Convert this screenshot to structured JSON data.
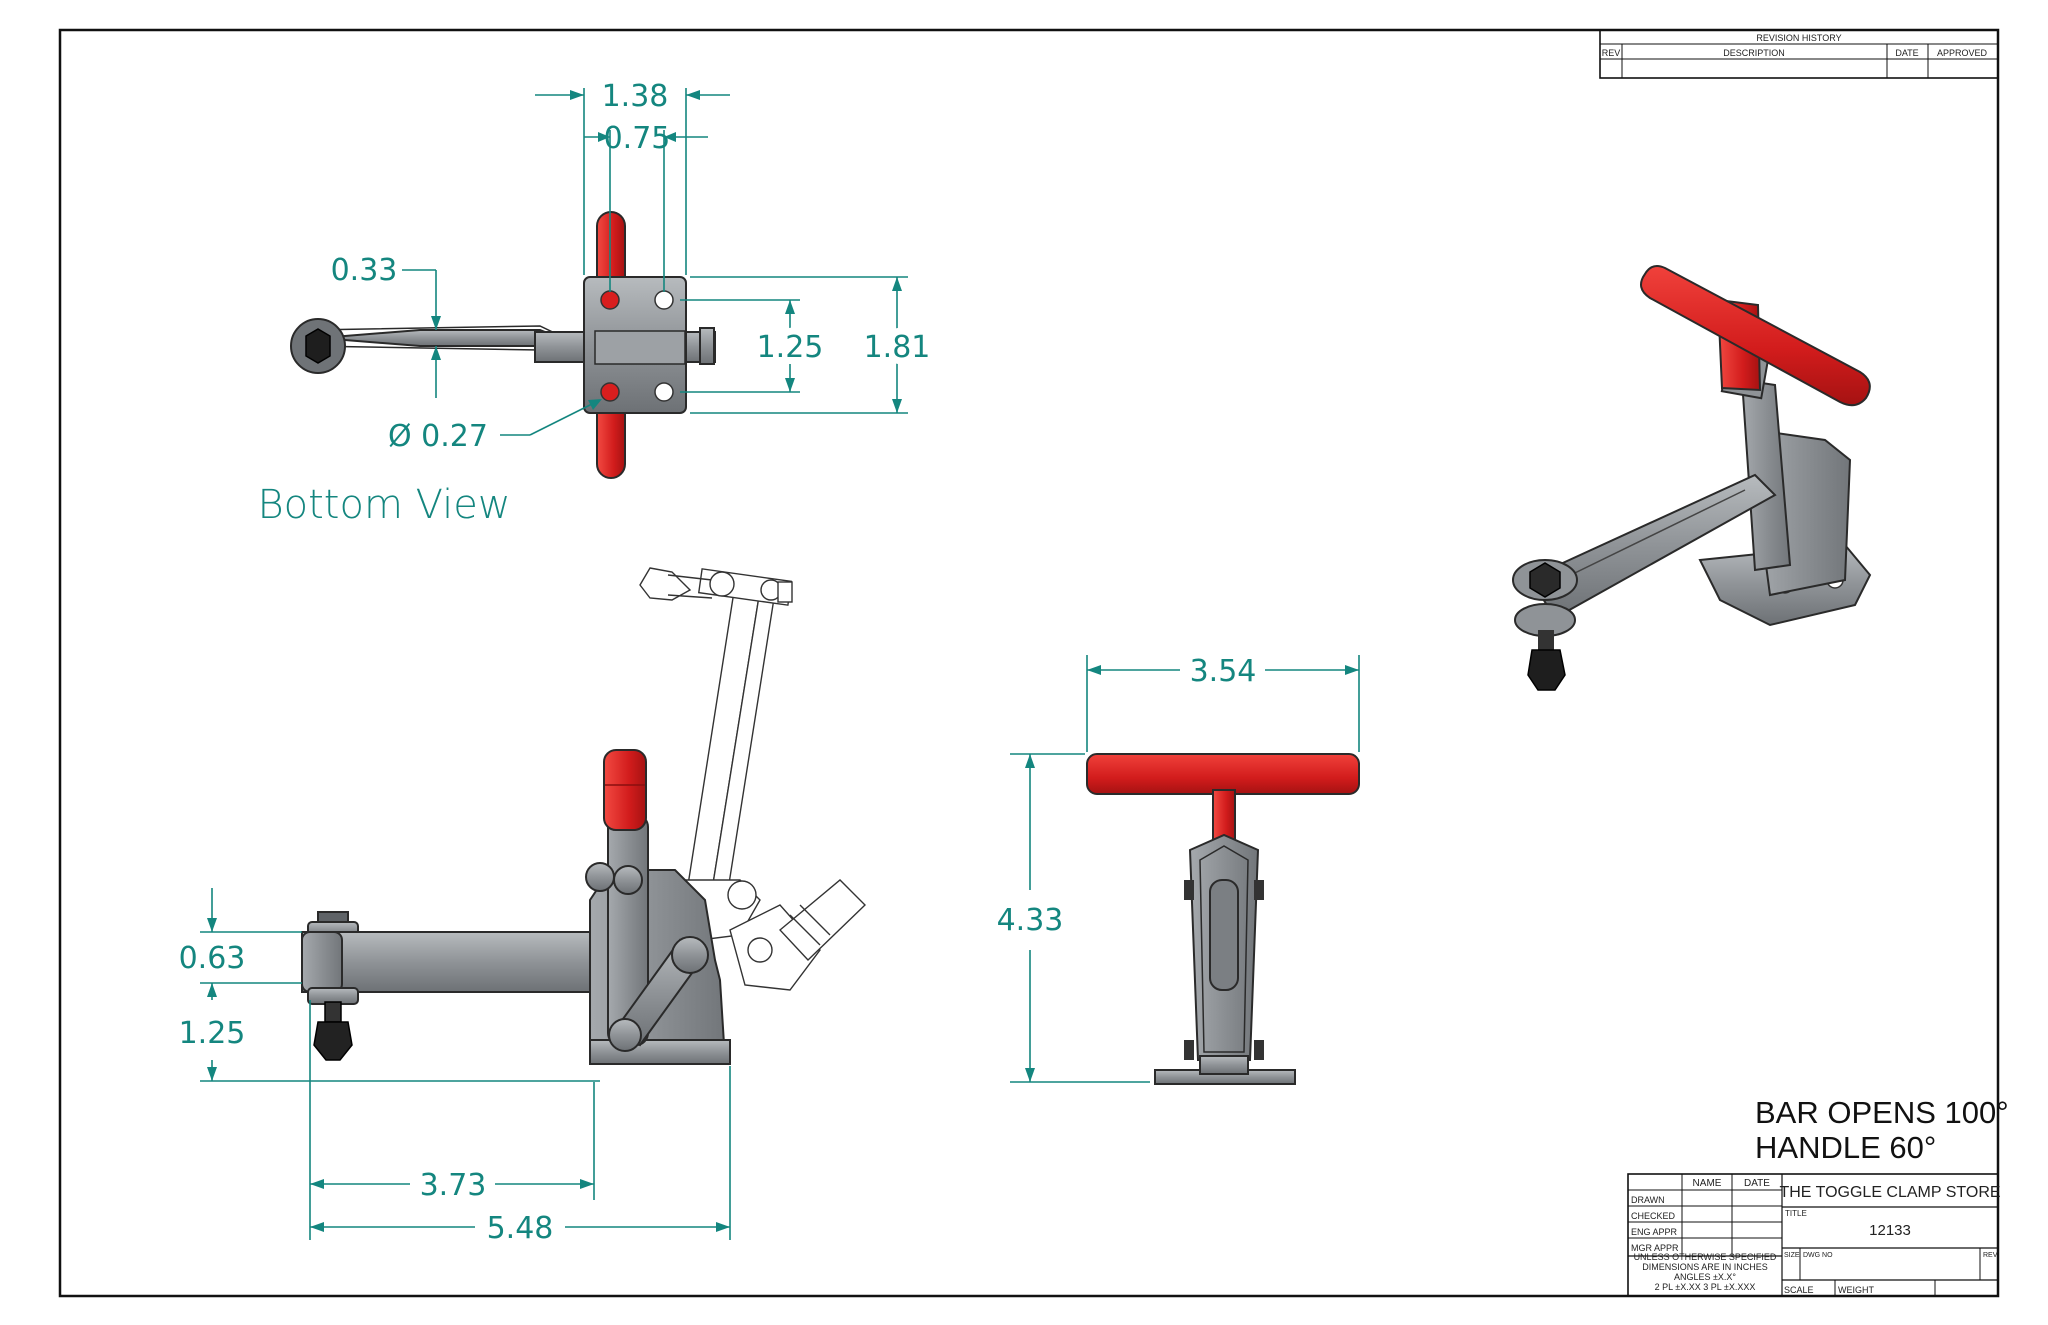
{
  "colors": {
    "dimension": "#14867f",
    "handle_red": "#d81e1e",
    "steel": "#8c9094",
    "border": "#111111"
  },
  "revision_block": {
    "title": "REVISION HISTORY",
    "columns": [
      "REV",
      "DESCRIPTION",
      "DATE",
      "APPROVED"
    ]
  },
  "notes": {
    "line1": "BAR OPENS 100°",
    "line2": "HANDLE 60°"
  },
  "bottom_view": {
    "label": "Bottom View",
    "dims": {
      "overall_width": "1.38",
      "hole_spacing_x": "0.75",
      "bar_slot": "0.33",
      "hole_spacing_y": "1.25",
      "base_depth": "1.81",
      "hole_dia": "Ø 0.27"
    }
  },
  "side_view": {
    "dims": {
      "spindle_offset": "0.63",
      "spindle_height": "1.25",
      "reach": "3.73",
      "overall_length": "5.48"
    }
  },
  "front_view": {
    "dims": {
      "handle_width": "3.54",
      "overall_height": "4.33"
    }
  },
  "title_block": {
    "headers": [
      "NAME",
      "DATE"
    ],
    "rows": [
      "DRAWN",
      "CHECKED",
      "ENG APPR",
      "MGR APPR"
    ],
    "tolerance_lines": [
      "UNLESS OTHERWISE SPECIFIED",
      "DIMENSIONS ARE IN INCHES",
      "ANGLES ±X.X°",
      "2 PL ±X.XX 3 PL ±X.XXX"
    ],
    "company": "THE TOGGLE CLAMP STORE",
    "title_label": "TITLE",
    "title_value": "12133",
    "size_label": "SIZE",
    "dwg_label": "DWG NO",
    "rev_label": "REV",
    "scale_label": "SCALE",
    "weight_label": "WEIGHT"
  }
}
